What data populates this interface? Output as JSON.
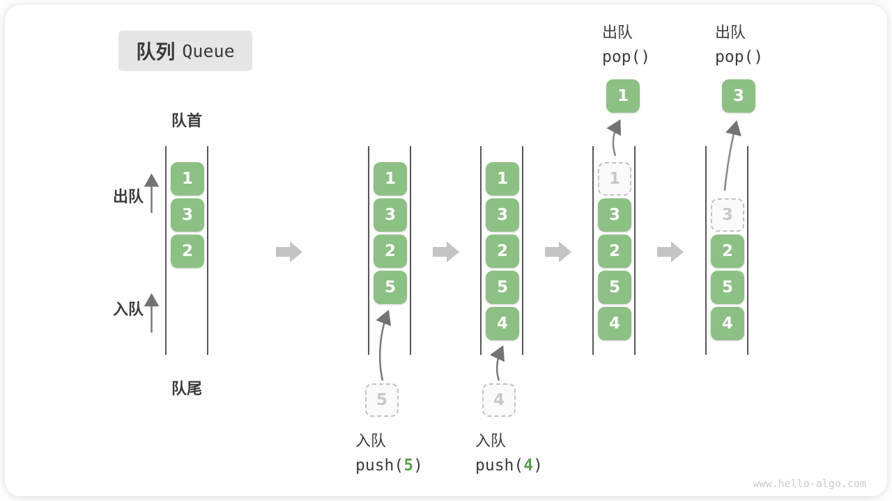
{
  "title": {
    "zh": "队列",
    "en": "Queue"
  },
  "side_labels": {
    "front": "队首",
    "rear": "队尾",
    "dequeue": "出队",
    "enqueue": "入队"
  },
  "queues": [
    {
      "name": "state-1",
      "items": [
        "1",
        "3",
        "2"
      ]
    },
    {
      "name": "state-2-push-5",
      "items": [
        "1",
        "3",
        "2",
        "5"
      ],
      "incoming": "5"
    },
    {
      "name": "state-3-push-4",
      "items": [
        "1",
        "3",
        "2",
        "5",
        "4"
      ],
      "incoming": "4"
    },
    {
      "name": "state-4-pop",
      "ghost": "1",
      "items": [
        "3",
        "2",
        "5",
        "4"
      ],
      "popped": "1"
    },
    {
      "name": "state-5-pop",
      "ghost": "3",
      "items": [
        "2",
        "5",
        "4"
      ],
      "popped": "3"
    }
  ],
  "operations": {
    "push5": {
      "label": "入队",
      "fn_open": "push(",
      "arg": "5",
      "fn_close": ")"
    },
    "push4": {
      "label": "入队",
      "fn_open": "push(",
      "arg": "4",
      "fn_close": ")"
    },
    "pop1": {
      "label": "出队",
      "fn": "pop()"
    },
    "pop2": {
      "label": "出队",
      "fn": "pop()"
    }
  },
  "watermark": "www.hello-algo.com",
  "colors": {
    "item_green": "#8dc084",
    "flow_arrow_gray": "#c4c4c4",
    "thin_arrow_gray": "#737373",
    "text_dark": "#3b3b3b"
  }
}
